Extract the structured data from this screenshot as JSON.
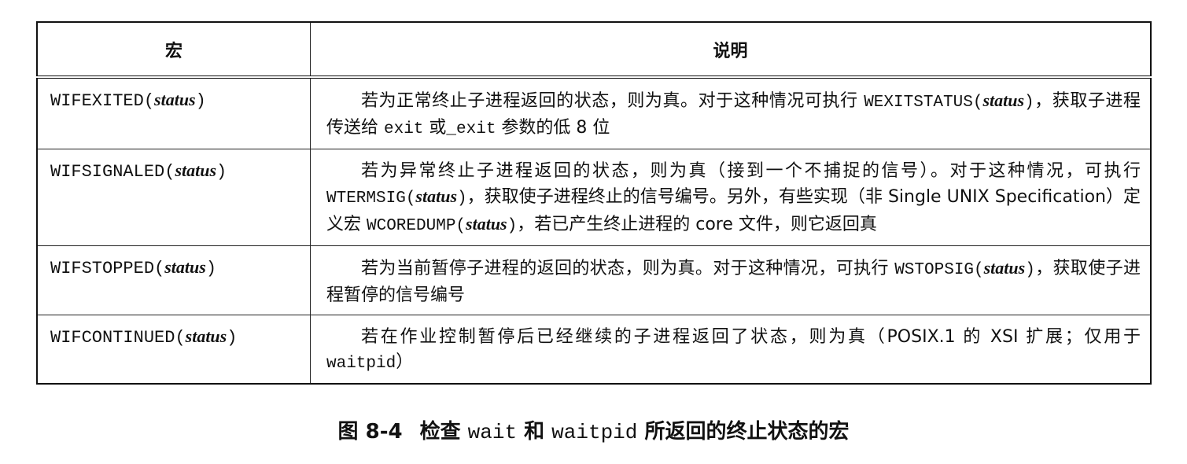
{
  "table": {
    "headers": [
      "宏",
      "说明"
    ],
    "rows": [
      {
        "macro": "WIFEXITED",
        "arg": "status",
        "desc": [
          {
            "t": "若为正常终止子进程返回的状态，则为真。对于这种情况可执行 "
          },
          {
            "m": "WEXITSTATUS("
          },
          {
            "i": "status"
          },
          {
            "m": ")"
          },
          {
            "t": "，获取子进程传送给 "
          },
          {
            "m": "exit"
          },
          {
            "t": " 或"
          },
          {
            "m": "_exit"
          },
          {
            "t": " 参数的低 8 位"
          }
        ]
      },
      {
        "macro": "WIFSIGNALED",
        "arg": "status",
        "desc": [
          {
            "t": "若为异常终止子进程返回的状态，则为真（接到一个不捕捉的信号）。对于这种情况，可执行 "
          },
          {
            "m": "WTERMSIG("
          },
          {
            "i": "status"
          },
          {
            "m": ")"
          },
          {
            "t": "，获取使子进程终止的信号编号。另外，有些实现（非 Single UNIX Specification）定义宏 "
          },
          {
            "m": "WCOREDUMP("
          },
          {
            "i": "status"
          },
          {
            "m": ")"
          },
          {
            "t": "，若已产生终止进程的 core 文件，则它返回真"
          }
        ]
      },
      {
        "macro": "WIFSTOPPED",
        "arg": "status",
        "desc": [
          {
            "t": "若为当前暂停子进程的返回的状态，则为真。对于这种情况，可执行 "
          },
          {
            "m": "WSTOPSIG("
          },
          {
            "i": "status"
          },
          {
            "m": ")"
          },
          {
            "t": "，获取使子进程暂停的信号编号"
          }
        ]
      },
      {
        "macro": "WIFCONTINUED",
        "arg": "status",
        "desc": [
          {
            "t": "若在作业控制暂停后已经继续的子进程返回了状态，则为真（POSIX.1 的 XSI 扩展；仅用于 "
          },
          {
            "m": "waitpid"
          },
          {
            "t": "）"
          }
        ]
      }
    ]
  },
  "caption": {
    "figure_number": "图 8-4",
    "parts": [
      {
        "t": "检查 "
      },
      {
        "m": "wait"
      },
      {
        "t": " 和 "
      },
      {
        "m": "waitpid"
      },
      {
        "t": " 所返回的终止状态的宏"
      }
    ]
  }
}
